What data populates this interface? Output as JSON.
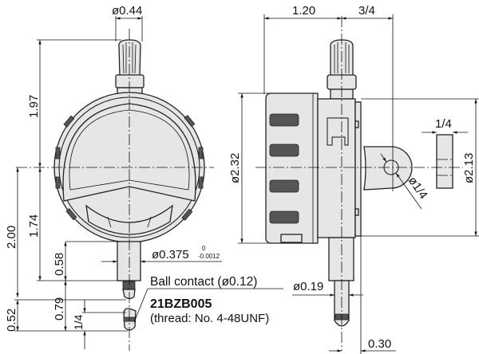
{
  "title": "Digital indicator dimensions",
  "front_view": {
    "dims": {
      "knob_dia": "ø0.44",
      "top_height": "1.97",
      "total_lower": "2.00",
      "lower_height": "1.74",
      "stem_length": "0.58",
      "stem_dia": "ø0.375",
      "stem_tol_upper": "0",
      "stem_tol_lower": "-0.0012",
      "contact_len": "0.52",
      "contact_total": "0.79",
      "thread_len": "1/4"
    },
    "contact_note": {
      "line1": "Ball contact (ø0.12)",
      "part_no": "21BZB005",
      "thread": "(thread: No. 4-48UNF)"
    }
  },
  "side_view": {
    "dims": {
      "depth_front": "1.20",
      "depth_back": "3/4",
      "body_dia": "ø2.32",
      "back_dia": "ø2.13",
      "lug_width": "1/4",
      "lug_hole": "ø1/4",
      "spindle_dia": "ø0.19",
      "offset": "0.30"
    }
  }
}
